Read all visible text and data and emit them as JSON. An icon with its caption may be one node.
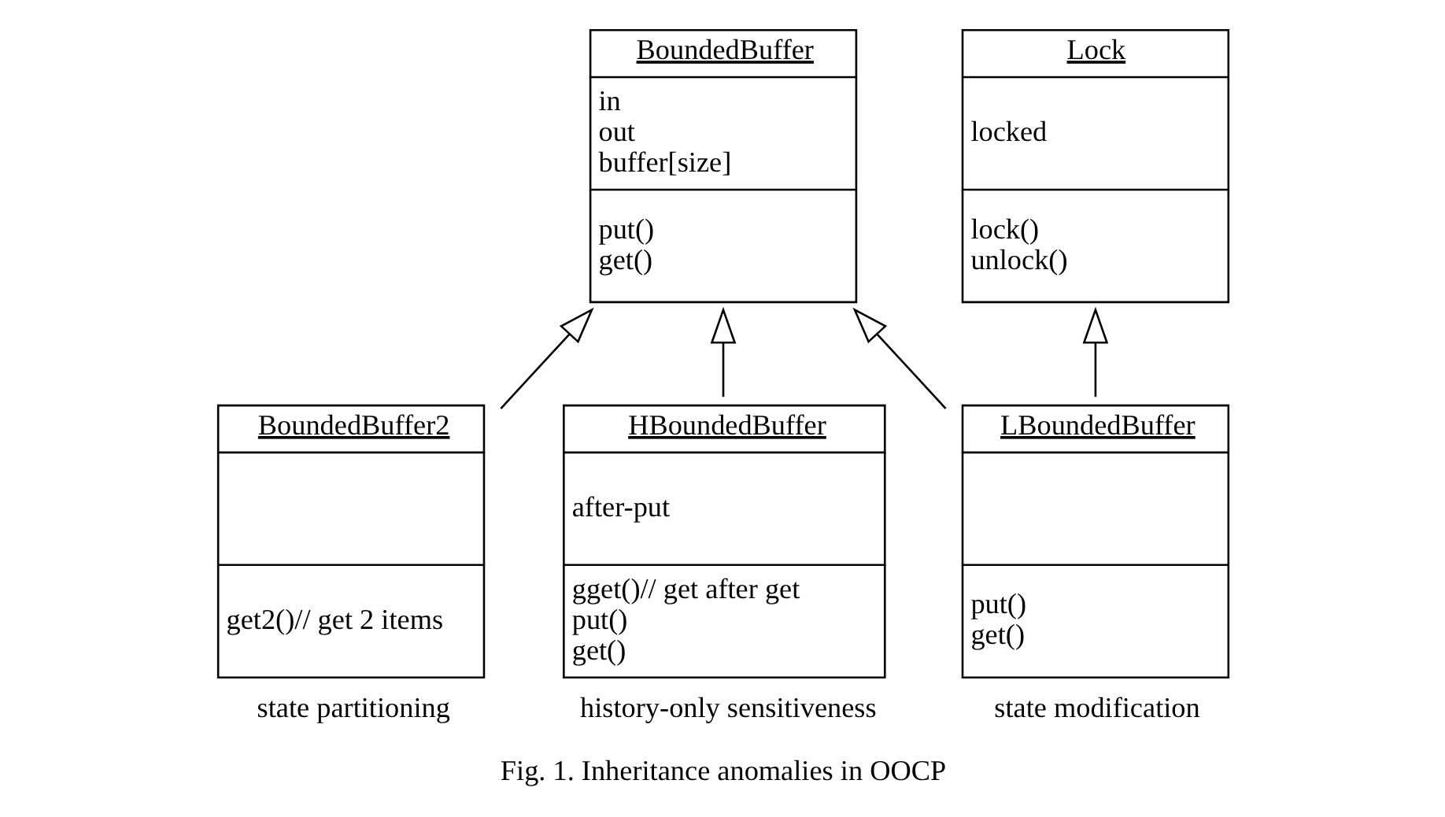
{
  "diagram": {
    "caption": "Fig. 1. Inheritance anomalies in OOCP",
    "nodes": [
      {
        "text": [
          "BoundedBuffer",
          "in",
          "out",
          "buffer[size]",
          "put()",
          "get()"
        ]
      },
      {
        "text": [
          "Lock",
          "locked",
          "lock()",
          "unlock()"
        ]
      },
      {
        "text": [
          "BoundedBuffer2",
          "get2()// get 2 items"
        ],
        "beside": [
          "state partitioning"
        ]
      },
      {
        "text": [
          "HBoundedBuffer",
          "after-put",
          "gget()// get after get",
          "put()",
          "get()"
        ],
        "beside": [
          "history-only sensitiveness"
        ]
      },
      {
        "text": [
          "LBoundedBuffer",
          "put()",
          "get()"
        ],
        "beside": [
          "state modification"
        ]
      }
    ],
    "edges": [
      {
        "from": 2,
        "to": 0,
        "arrow": "to"
      },
      {
        "from": 3,
        "to": 0,
        "arrow": "to"
      },
      {
        "from": 4,
        "to": 0,
        "arrow": "to"
      },
      {
        "from": 4,
        "to": 1,
        "arrow": "to"
      }
    ]
  }
}
